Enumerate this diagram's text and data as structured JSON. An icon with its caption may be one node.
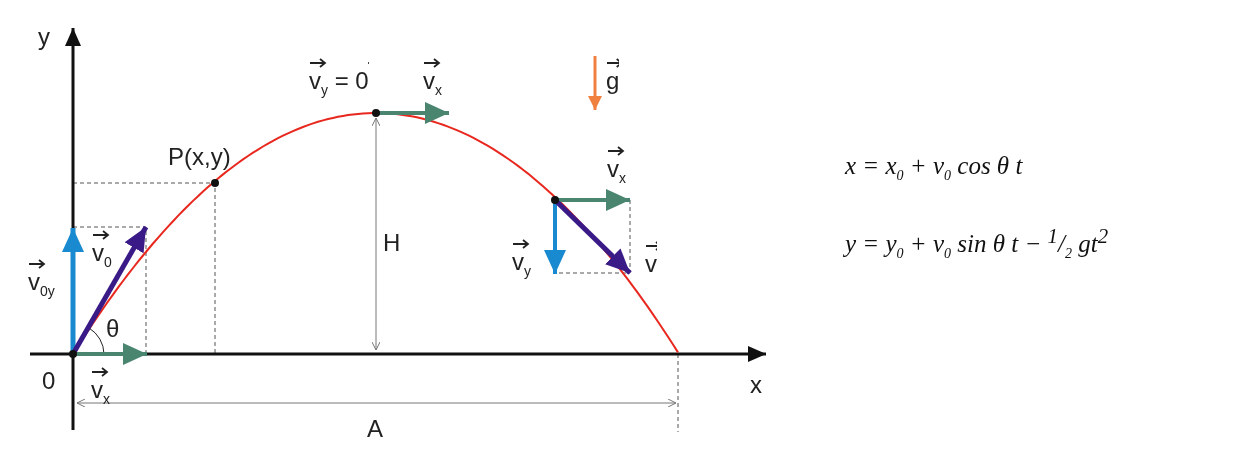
{
  "diagram": {
    "labels": [
      "y",
      "v$_{y}$ = 0",
      "v$_{x}$",
      "g",
      "P(x,y)",
      "v$_{x}$",
      "x = x$_{0}$ + v$_{0}$ cos θ t",
      "y = y$_{0}$ + v$_{0}$ sin θ t − $^{1}$/$_{2}$ gt$^{2}$",
      "H",
      "v$_{0}$",
      "v$_{0y}$",
      "v$_{y}$",
      "v",
      "θ",
      "0",
      "v$_{x}$",
      "x",
      "A"
    ]
  }
}
